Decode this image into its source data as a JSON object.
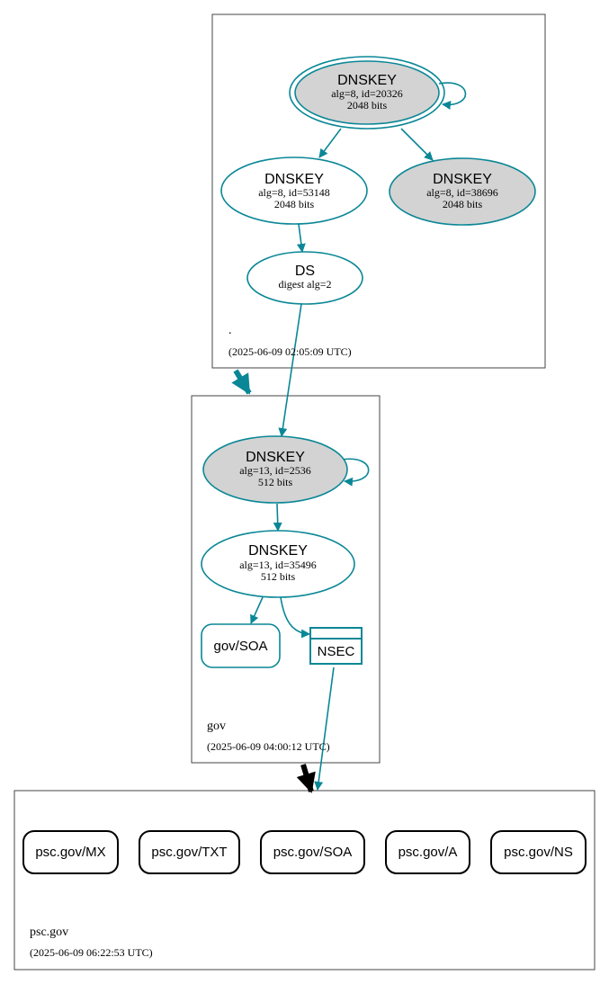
{
  "zones": {
    "root": {
      "name": ".",
      "timestamp": "(2025-06-09 02:05:09 UTC)"
    },
    "gov": {
      "name": "gov",
      "timestamp": "(2025-06-09 04:00:12 UTC)"
    },
    "psc": {
      "name": "psc.gov",
      "timestamp": "(2025-06-09 06:22:53 UTC)"
    }
  },
  "nodes": {
    "root_ksk": {
      "title": "DNSKEY",
      "line1": "alg=8, id=20326",
      "line2": "2048 bits"
    },
    "root_zsk": {
      "title": "DNSKEY",
      "line1": "alg=8, id=53148",
      "line2": "2048 bits"
    },
    "root_key3": {
      "title": "DNSKEY",
      "line1": "alg=8, id=38696",
      "line2": "2048 bits"
    },
    "root_ds": {
      "title": "DS",
      "line1": "digest alg=2"
    },
    "gov_ksk": {
      "title": "DNSKEY",
      "line1": "alg=13, id=2536",
      "line2": "512 bits"
    },
    "gov_zsk": {
      "title": "DNSKEY",
      "line1": "alg=13, id=35496",
      "line2": "512 bits"
    },
    "gov_soa": {
      "label": "gov/SOA"
    },
    "gov_nsec": {
      "label": "NSEC"
    }
  },
  "records": [
    "psc.gov/MX",
    "psc.gov/TXT",
    "psc.gov/SOA",
    "psc.gov/A",
    "psc.gov/NS"
  ],
  "colors": {
    "edge": "#0a8796",
    "key_fill": "#d3d3d3",
    "border": "#000000"
  }
}
